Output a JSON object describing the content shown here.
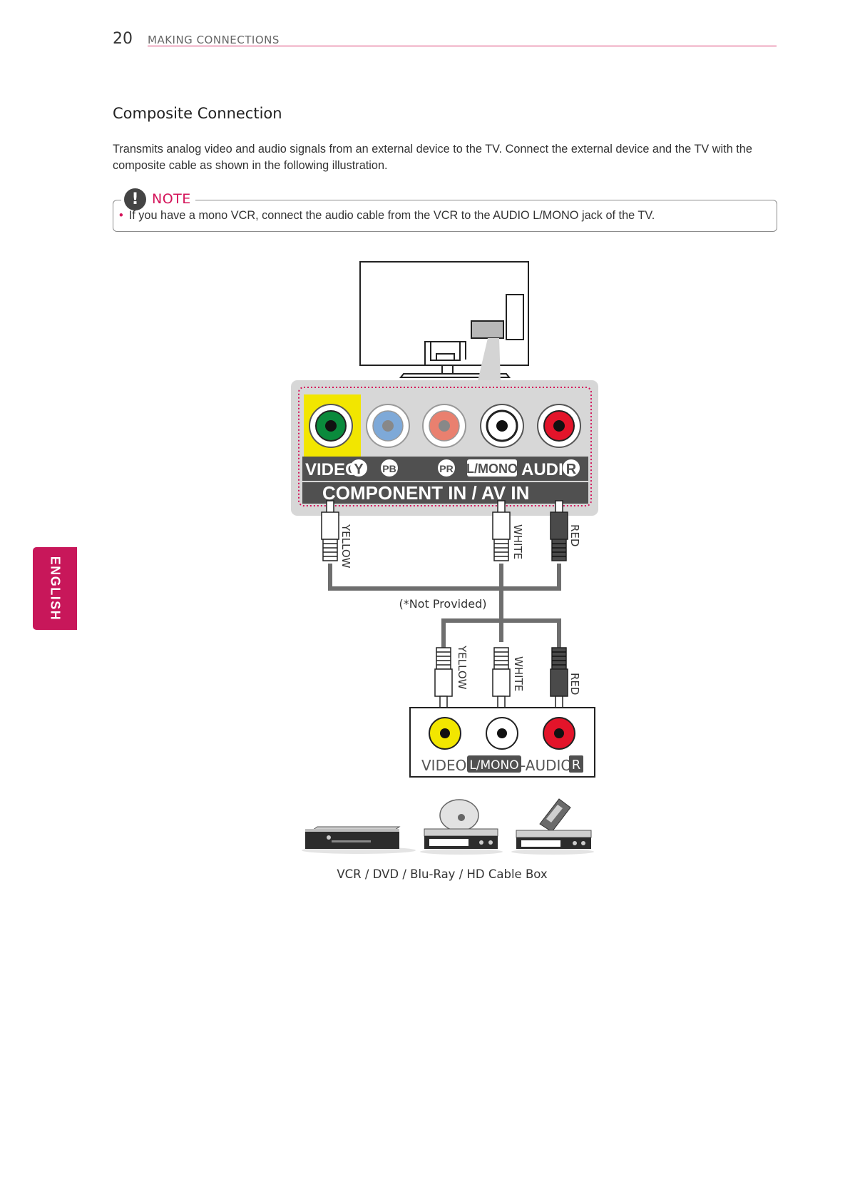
{
  "header": {
    "page_number": "20",
    "section": "MAKING CONNECTIONS"
  },
  "side_tab": {
    "label": "ENGLISH"
  },
  "section_title": "Composite Connection",
  "intro_text": "Transmits analog video and audio signals from an external device to the TV. Connect the external device and the TV with the composite cable as shown in the following illustration.",
  "note": {
    "label": "NOTE",
    "icon": "exclamation-icon",
    "items": [
      "If you have a mono VCR, connect the audio cable from the VCR to the AUDIO L/MONO jack of the TV."
    ]
  },
  "diagram": {
    "tv_panel": {
      "labels": {
        "video_y": "VIDEO/",
        "y": "Y",
        "pb": "PB",
        "pr": "PR",
        "l_mono": "L/MONO",
        "audio": "AUDIO",
        "r": "R"
      },
      "title": "COMPONENT IN / AV IN"
    },
    "cable_colors_top": [
      "YELLOW",
      "WHITE",
      "RED"
    ],
    "cable_note": "(*Not Provided)",
    "cable_colors_bottom": [
      "YELLOW",
      "WHITE",
      "RED"
    ],
    "device_panel": {
      "video": "VIDEO",
      "l_mono": "L/MONO",
      "audio": "-AUDIO-",
      "r": "R"
    },
    "colors": {
      "yellow": "#f2e600",
      "green": "#0a8a3c",
      "blue": "#7ea9d8",
      "salmon": "#e9806f",
      "red": "#e3142a",
      "accent": "#d4145a"
    }
  },
  "caption": "VCR / DVD / Blu-Ray / HD Cable Box"
}
